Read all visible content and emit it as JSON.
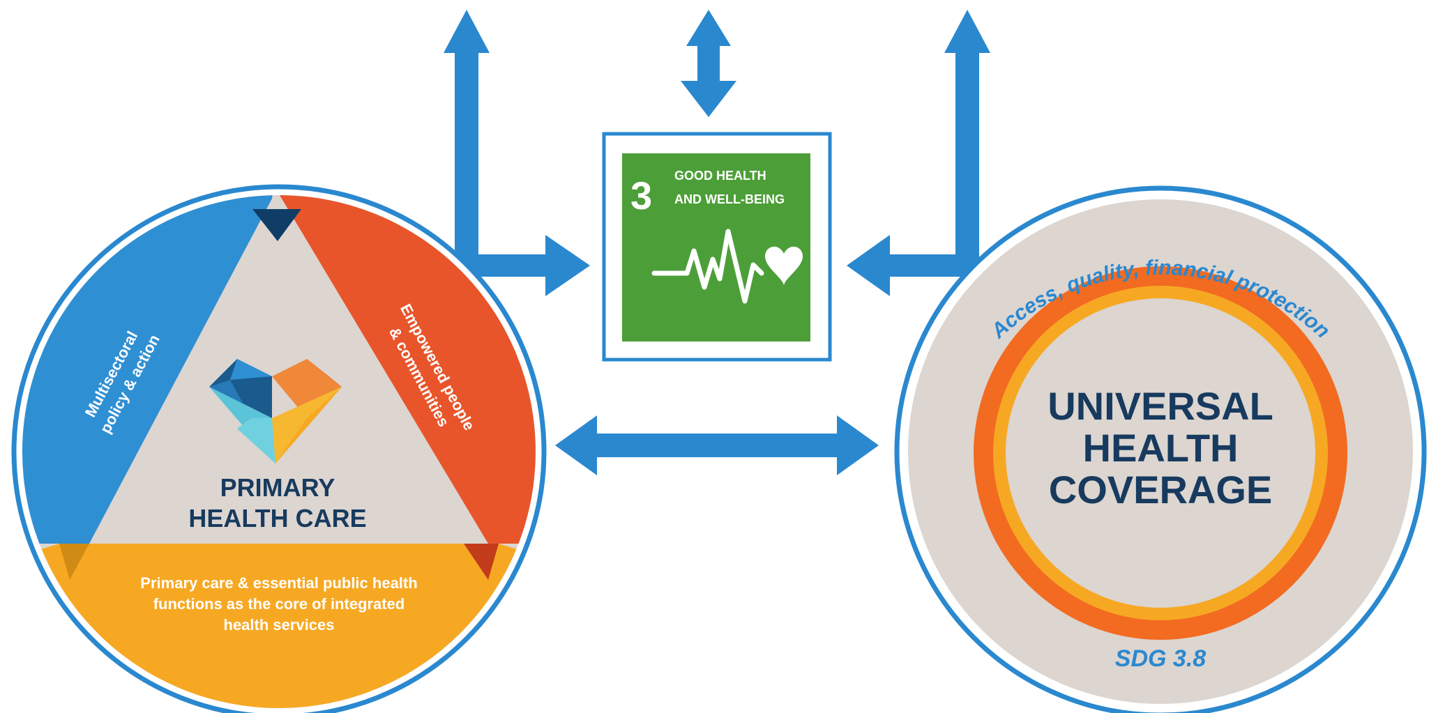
{
  "sdg_goal": {
    "number": "3",
    "title_line1": "GOOD HEALTH",
    "title_line2": "AND WELL-BEING",
    "color": "#4c9f38"
  },
  "phc": {
    "title_line1": "PRIMARY",
    "title_line2": "HEALTH CARE",
    "left_segment_line1": "Multisectoral",
    "left_segment_line2": "policy & action",
    "right_segment_line1": "Empowered people",
    "right_segment_line2": "& communities",
    "bottom_segment_line1": "Primary care & essential public health",
    "bottom_segment_line2": "functions as the core of integrated",
    "bottom_segment_line3": "health services"
  },
  "uhc": {
    "title_line1": "UNIVERSAL",
    "title_line2": "HEALTH",
    "title_line3": "COVERAGE",
    "arc_text": "Access, quality, financial protection",
    "target": "SDG 3.8"
  },
  "colors": {
    "arrow_blue": "#2a88cf",
    "navy": "#173a5e",
    "blue_segment": "#2f8fd3",
    "red_segment": "#e8552b",
    "orange_segment": "#f7a823",
    "grey": "#dcd5d0",
    "ring_outer": "#f26b21",
    "ring_inner": "#f7a823"
  }
}
